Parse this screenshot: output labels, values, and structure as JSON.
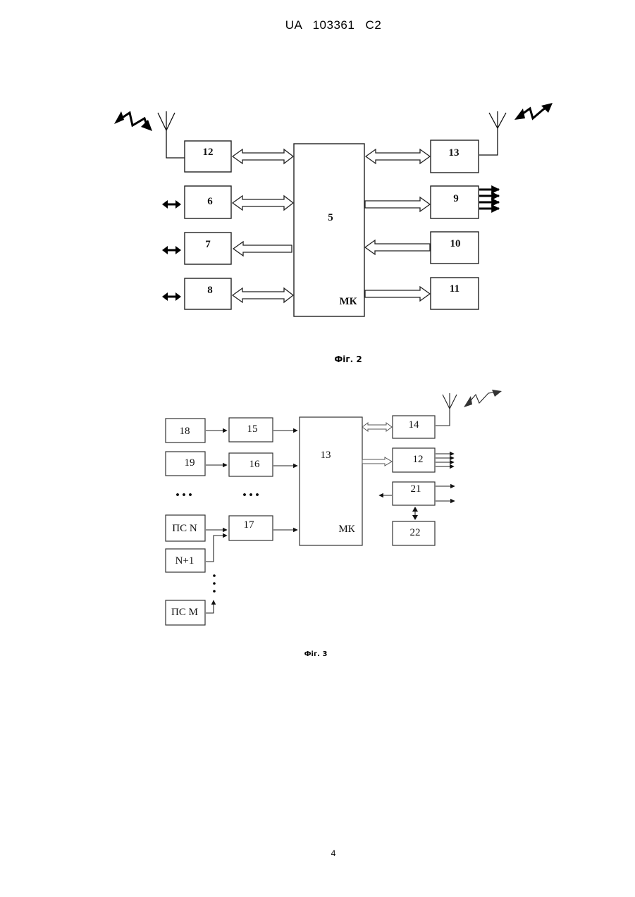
{
  "header": {
    "text": "UA 103361 C2"
  },
  "figure2": {
    "caption": "Фіг. 2",
    "blocks": {
      "b12": "12",
      "b6": "6",
      "b7": "7",
      "b8": "8",
      "b5": "5",
      "mk": "МК",
      "b13": "13",
      "b9": "9",
      "b10": "10",
      "b11": "11"
    }
  },
  "figure3": {
    "caption": "Фіг. 3",
    "blocks": {
      "b18": "18",
      "b19": "19",
      "psn": "ПС N",
      "n1": "N+1",
      "psm": "ПС М",
      "b15": "15",
      "b16": "16",
      "b17": "17",
      "b13": "13",
      "mk": "МК",
      "b14": "14",
      "b12": "12",
      "b21": "21",
      "b22": "22",
      "ellipsis_left": "• • •",
      "ellipsis_mid": "• • •"
    }
  },
  "footer": {
    "page_number": "4"
  }
}
